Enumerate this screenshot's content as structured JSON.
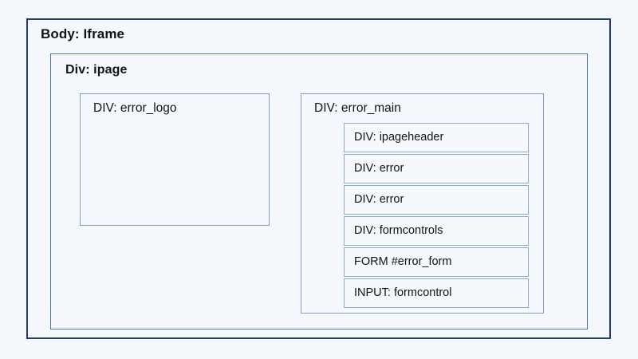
{
  "diagram": {
    "background_color": "#f5f8fc",
    "outer": {
      "label": "Body: Iframe",
      "border_color": "#1f3f7a"
    },
    "ipage": {
      "label": "Div: ipage",
      "border_color": "#4a6fa5"
    },
    "error_logo": {
      "label": "DIV: error_logo",
      "border_color": "#7e9dc4"
    },
    "error_main": {
      "label": "DIV: error_main",
      "border_color": "#7e9dc4",
      "rows": [
        {
          "label": "DIV: ipageheader"
        },
        {
          "label": "DIV: error"
        },
        {
          "label": "DIV: error"
        },
        {
          "label": "DIV: formcontrols"
        },
        {
          "label": "FORM #error_form"
        },
        {
          "label": "INPUT: formcontrol"
        }
      ]
    }
  }
}
